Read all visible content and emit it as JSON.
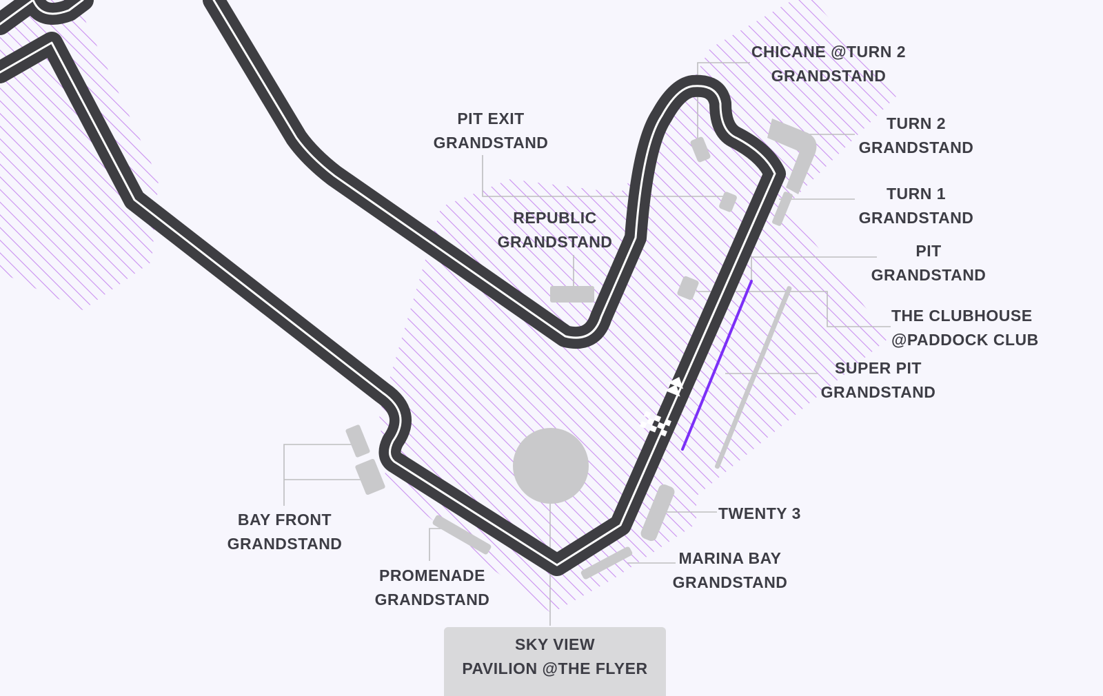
{
  "labels": {
    "chicane_turn2": [
      "CHICANE @TURN 2",
      "GRANDSTAND"
    ],
    "turn2": [
      "TURN 2",
      "GRANDSTAND"
    ],
    "pit_exit": [
      "PIT EXIT",
      "GRANDSTAND"
    ],
    "turn1": [
      "TURN 1",
      "GRANDSTAND"
    ],
    "republic": [
      "REPUBLIC",
      "GRANDSTAND"
    ],
    "pit": [
      "PIT",
      "GRANDSTAND"
    ],
    "clubhouse": [
      "THE CLUBHOUSE",
      "@PADDOCK CLUB"
    ],
    "super_pit": [
      "SUPER PIT",
      "GRANDSTAND"
    ],
    "twenty3": [
      "TWENTY 3"
    ],
    "bay_front": [
      "BAY FRONT",
      "GRANDSTAND"
    ],
    "marina_bay": [
      "MARINA BAY",
      "GRANDSTAND"
    ],
    "promenade": [
      "PROMENADE",
      "GRANDSTAND"
    ],
    "sky_view": [
      "SKY VIEW",
      "PAVILION @THE FLYER"
    ]
  },
  "colors": {
    "background": "#f7f6fd",
    "track": "#3e3e42",
    "track_line": "#ffffff",
    "hatch": "#c98ff0",
    "grandstand": "#c9c9cb",
    "pit_lane_accent": "#7b2ff7",
    "leader_line": "#bdbdbf",
    "label_text": "#3d3d45"
  }
}
